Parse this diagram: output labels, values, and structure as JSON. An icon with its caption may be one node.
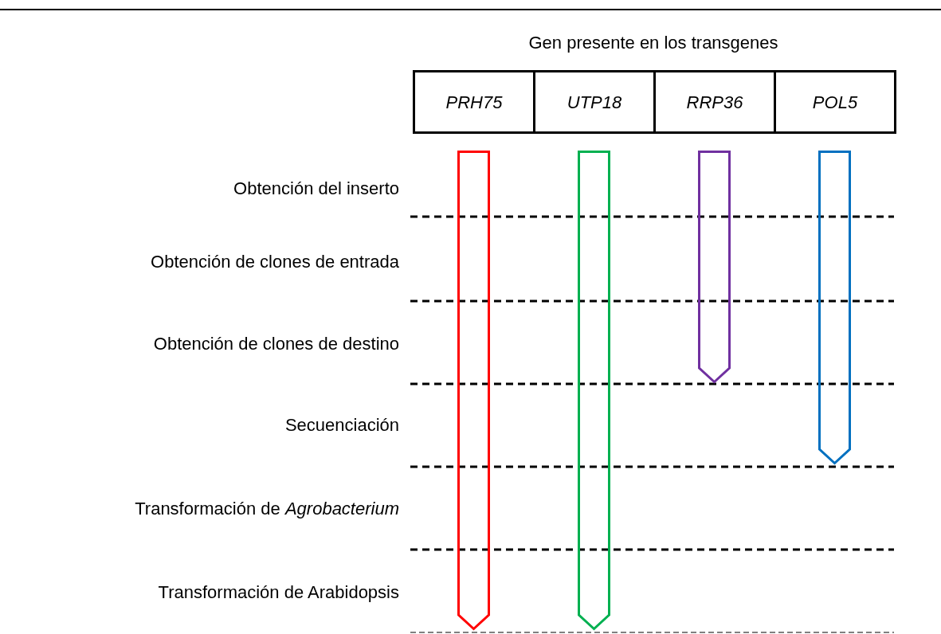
{
  "diagram": {
    "title": "Gen presente en los transgenes",
    "nodes": [
      {
        "text": [
          "PRH75"
        ]
      },
      {
        "text": [
          "UTP18"
        ]
      },
      {
        "text": [
          "RRP36"
        ]
      },
      {
        "text": [
          "POL5"
        ]
      },
      {
        "text": [],
        "shape": "arrow"
      },
      {
        "text": [],
        "shape": "arrow"
      },
      {
        "text": [],
        "shape": "arrow"
      },
      {
        "text": [],
        "shape": "arrow"
      }
    ],
    "labels": [
      "Obtención del inserto",
      "Obtención de clones de entrada",
      "Obtención de clones de destino",
      "Secuenciación",
      "Transformación de *Agrobacterium*",
      "Transformación de Arabidopsis"
    ]
  }
}
